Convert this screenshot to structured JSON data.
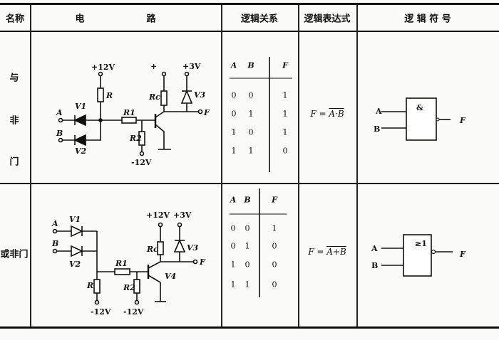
{
  "headers": {
    "name": "名称",
    "circuit_a": "电",
    "circuit_b": "路",
    "relation": "逻辑关系",
    "expression": "逻辑表达式",
    "symbol": "逻 辑 符 号"
  },
  "rows": [
    {
      "name_chars": [
        "与",
        "非",
        "门"
      ],
      "circuit": {
        "vcc": "+12V",
        "r": "R",
        "v1": "V1",
        "v2": "V2",
        "a": "A",
        "b": "B",
        "r1": "R1",
        "r2": "R2",
        "vee": "-12V",
        "plus": "+",
        "rc": "Rc",
        "v3_supply": "+3V",
        "v3": "V3",
        "f": "F"
      },
      "truth": {
        "headers": [
          "A",
          "B",
          "F"
        ],
        "rows": [
          [
            "0",
            "0",
            "1"
          ],
          [
            "0",
            "1",
            "1"
          ],
          [
            "1",
            "0",
            "1"
          ],
          [
            "1",
            "1",
            "0"
          ]
        ]
      },
      "expr": {
        "lhs": "F =",
        "rhs": "A·B"
      },
      "symbol": {
        "a": "A",
        "b": "B",
        "op": "&",
        "f": "F"
      }
    },
    {
      "name": "或非门",
      "circuit": {
        "v1": "V1",
        "v2": "V2",
        "a": "A",
        "b": "B",
        "r": "R",
        "r1": "R1",
        "r2": "R2",
        "vee1": "-12V",
        "vee2": "-12V",
        "vcc": "+12V",
        "v3_supply": "+3V",
        "rc": "Rc",
        "v3": "V3",
        "v4": "V4",
        "f": "F"
      },
      "truth": {
        "headers": [
          "A",
          "B",
          "F"
        ],
        "rows": [
          [
            "0",
            "0",
            "1"
          ],
          [
            "0",
            "1",
            "0"
          ],
          [
            "1",
            "0",
            "0"
          ],
          [
            "1",
            "1",
            "0"
          ]
        ]
      },
      "expr": {
        "lhs": "F =",
        "rhs": "A+B"
      },
      "symbol": {
        "a": "A",
        "b": "B",
        "op": "≥1",
        "f": "F"
      }
    }
  ]
}
